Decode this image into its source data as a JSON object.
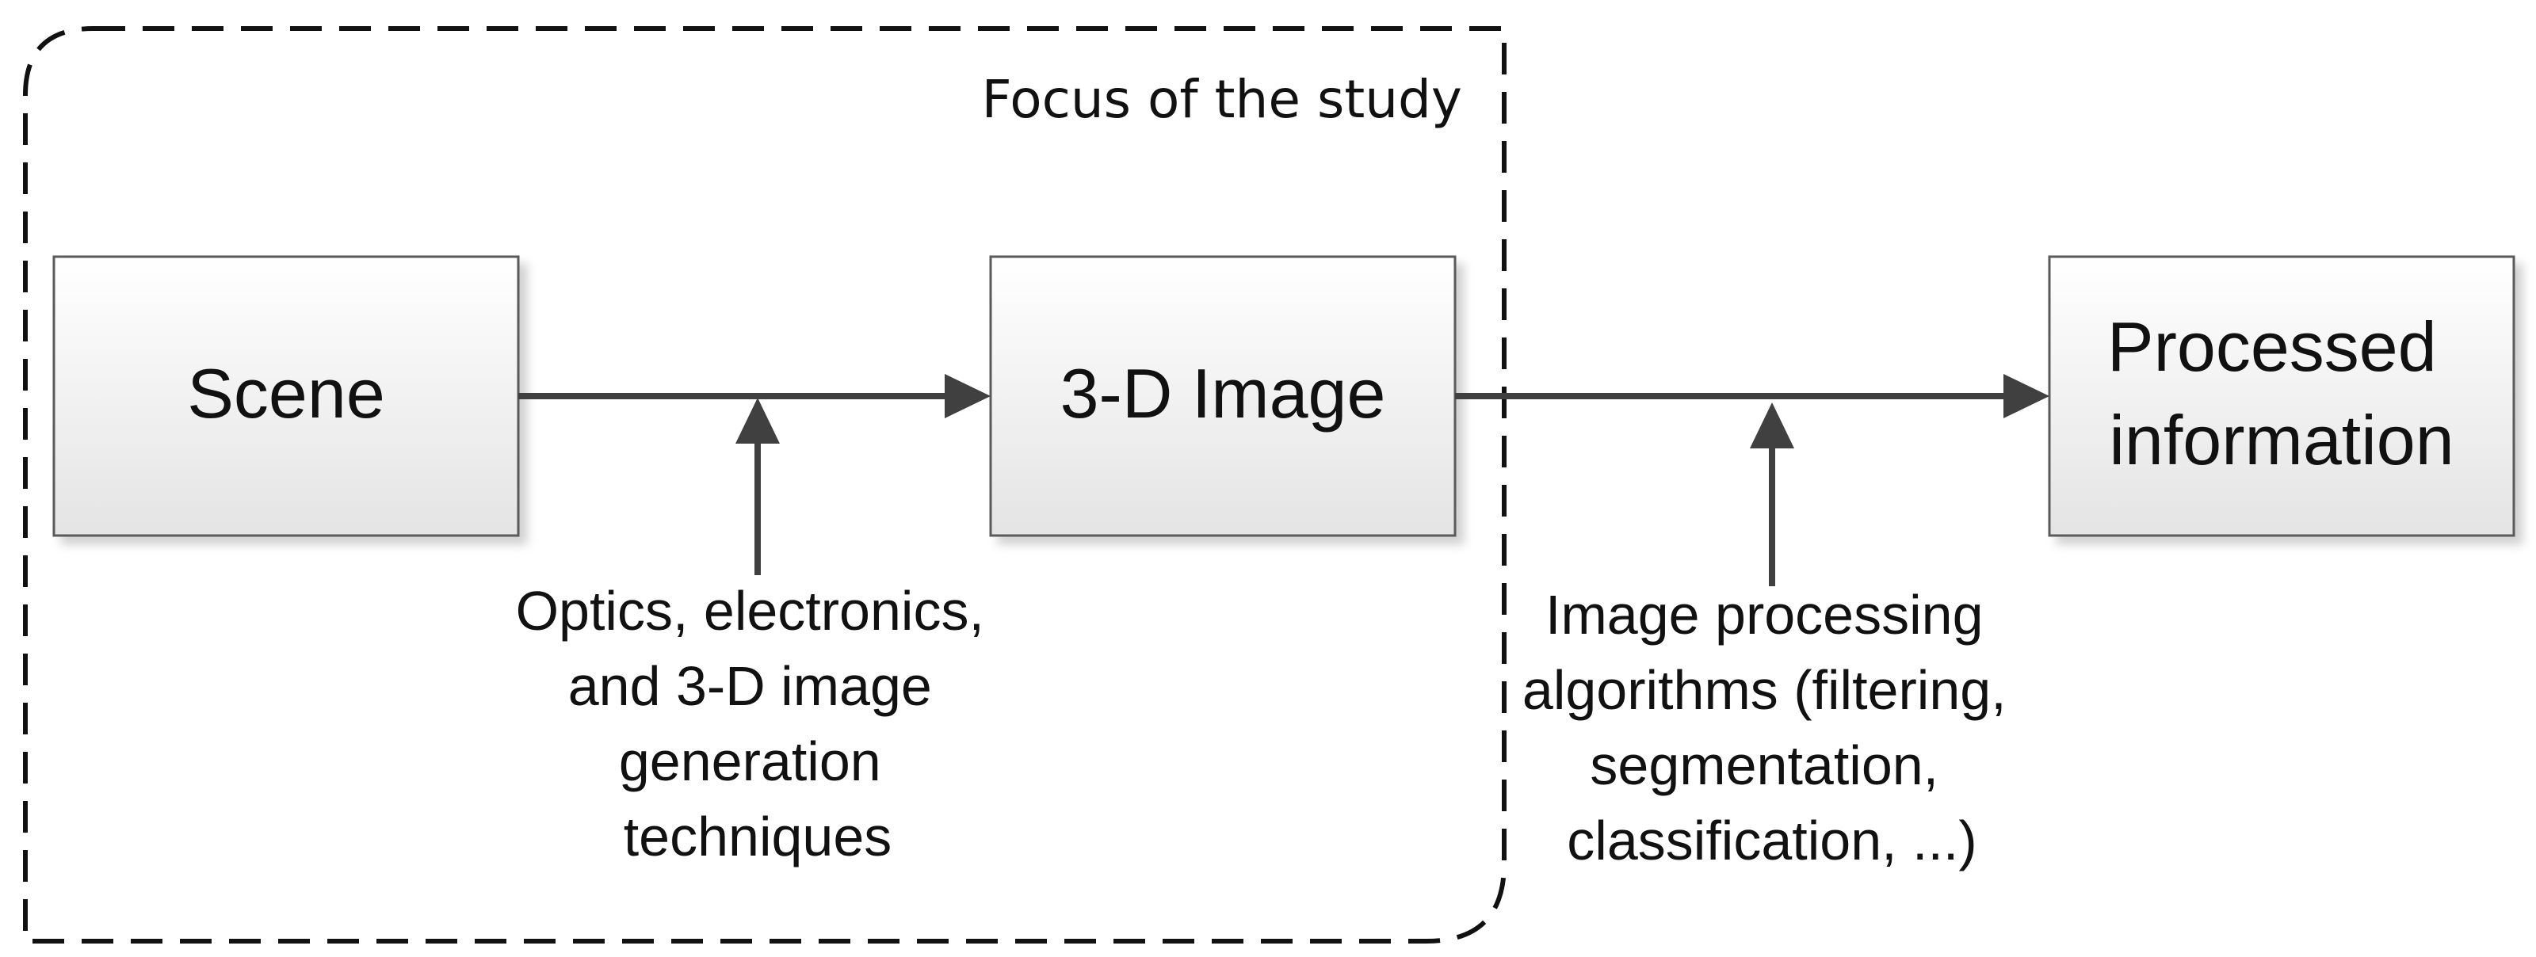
{
  "focus_region": {
    "title": "Focus of the study"
  },
  "nodes": {
    "scene": {
      "label": "Scene"
    },
    "image3d": {
      "label": "3-D Image"
    },
    "processed": {
      "lines": [
        "Processed",
        "information"
      ]
    }
  },
  "inputs": {
    "imaging": {
      "lines": [
        "Optics, electronics,",
        "and 3-D image",
        "generation",
        "techniques"
      ]
    },
    "processing": {
      "lines": [
        "Image processing",
        "algorithms (filtering,",
        "segmentation,",
        "classification, ...)"
      ]
    }
  },
  "colors": {
    "box_fill_top": "#ffffff",
    "box_fill_bottom": "#e6e6e6",
    "box_stroke": "#5a5a5a",
    "arrow": "#404040",
    "dashed_border": "#111111"
  }
}
